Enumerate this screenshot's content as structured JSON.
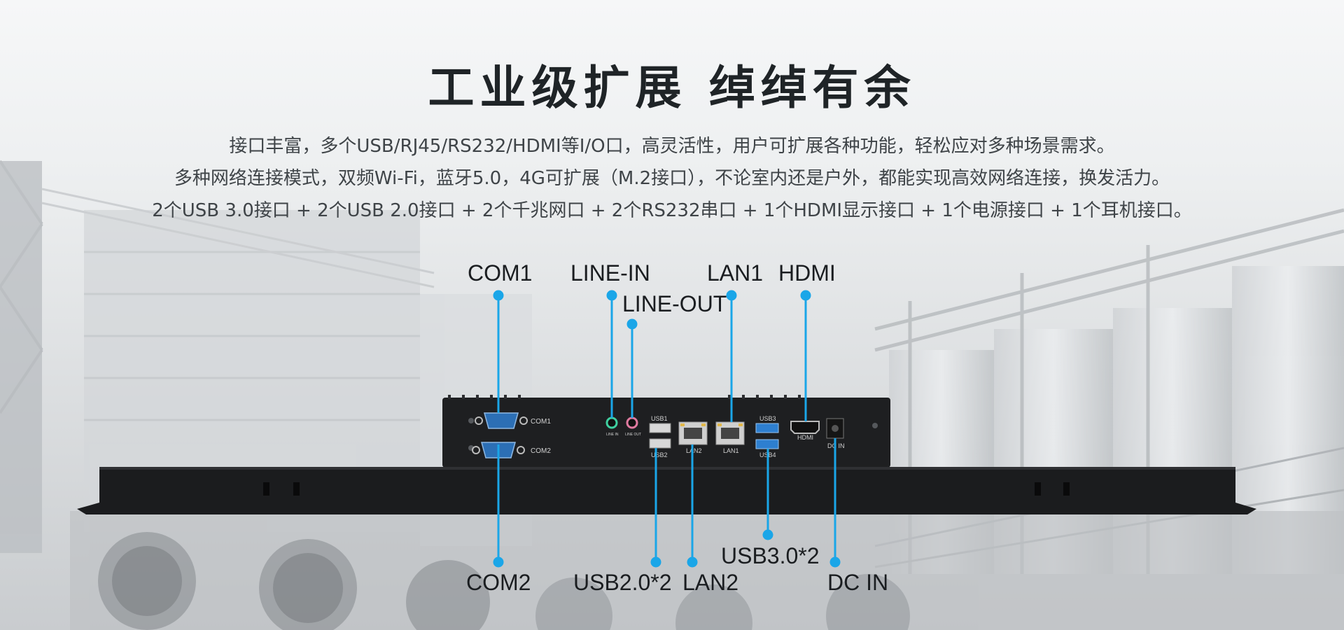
{
  "headline": "工业级扩展  绰绰有余",
  "description": {
    "line1": "接口丰富，多个USB/RJ45/RS232/HDMI等I/O口，高灵活性，用户可扩展各种功能，轻松应对多种场景需求。",
    "line2": "多种网络连接模式，双频Wi-Fi，蓝牙5.0，4G可扩展（M.2接口），不论室内还是户外，都能实现高效网络连接，换发活力。",
    "line3": "2个USB 3.0接口 + 2个USB 2.0接口 + 2个千兆网口 + 2个RS232串口 + 1个HDMI显示接口 + 1个电源接口 + 1个耳机接口。"
  },
  "callouts": {
    "com1": "COM1",
    "line_in": "LINE-IN",
    "line_out": "LINE-OUT",
    "lan1": "LAN1",
    "hdmi": "HDMI",
    "com2": "COM2",
    "usb20": "USB2.0*2",
    "lan2": "LAN2",
    "usb30": "USB3.0*2",
    "dc_in": "DC IN"
  },
  "device_labels": {
    "com1": "COM1",
    "com2": "COM2",
    "line_in": "LINE IN",
    "line_out": "LINE OUT",
    "usb1": "USB1",
    "usb2": "USB2",
    "lan2": "LAN2",
    "lan1": "LAN1",
    "usb3": "USB3",
    "usb4": "USB4",
    "hdmi": "HDMI",
    "dc_in": "DC IN"
  },
  "colors": {
    "accent": "#1aa6e8",
    "headline": "#1f2427",
    "body_text": "#3f4448",
    "device_body": "#1e1f21",
    "serial_port": "#2c6fb5"
  }
}
